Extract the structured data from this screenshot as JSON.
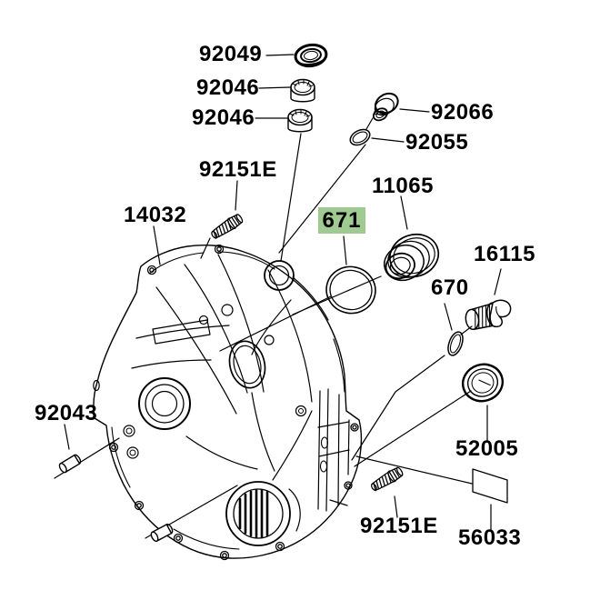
{
  "diagram": {
    "description": "Engine clutch cover exploded parts diagram",
    "background_color": "#ffffff",
    "line_color": "#000000",
    "label_color": "#000000",
    "highlight_color": "#9fca92",
    "callouts": [
      {
        "part_number": "92049",
        "drawing": "oil-seal",
        "highlighted": false
      },
      {
        "part_number": "92046",
        "drawing": "needle-bearing",
        "highlighted": false
      },
      {
        "part_number": "92046",
        "drawing": "needle-bearing",
        "highlighted": false
      },
      {
        "part_number": "92066",
        "drawing": "plug-cap",
        "highlighted": false
      },
      {
        "part_number": "92055",
        "drawing": "o-ring",
        "highlighted": false
      },
      {
        "part_number": "92151E",
        "drawing": "flange-bolt",
        "highlighted": false
      },
      {
        "part_number": "14032",
        "drawing": "clutch-cover",
        "highlighted": false
      },
      {
        "part_number": "11065",
        "drawing": "cap",
        "highlighted": false
      },
      {
        "part_number": "671",
        "drawing": "o-ring-large",
        "highlighted": true
      },
      {
        "part_number": "16115",
        "drawing": "oil-filler-plug",
        "highlighted": false
      },
      {
        "part_number": "670",
        "drawing": "o-ring-small",
        "highlighted": false
      },
      {
        "part_number": "92043",
        "drawing": "dowel-pin",
        "highlighted": false
      },
      {
        "part_number": "52005",
        "drawing": "seal-ring",
        "highlighted": false
      },
      {
        "part_number": "92151E",
        "drawing": "flange-bolt",
        "highlighted": false
      },
      {
        "part_number": "56033",
        "drawing": "caution-label",
        "highlighted": false
      }
    ]
  }
}
